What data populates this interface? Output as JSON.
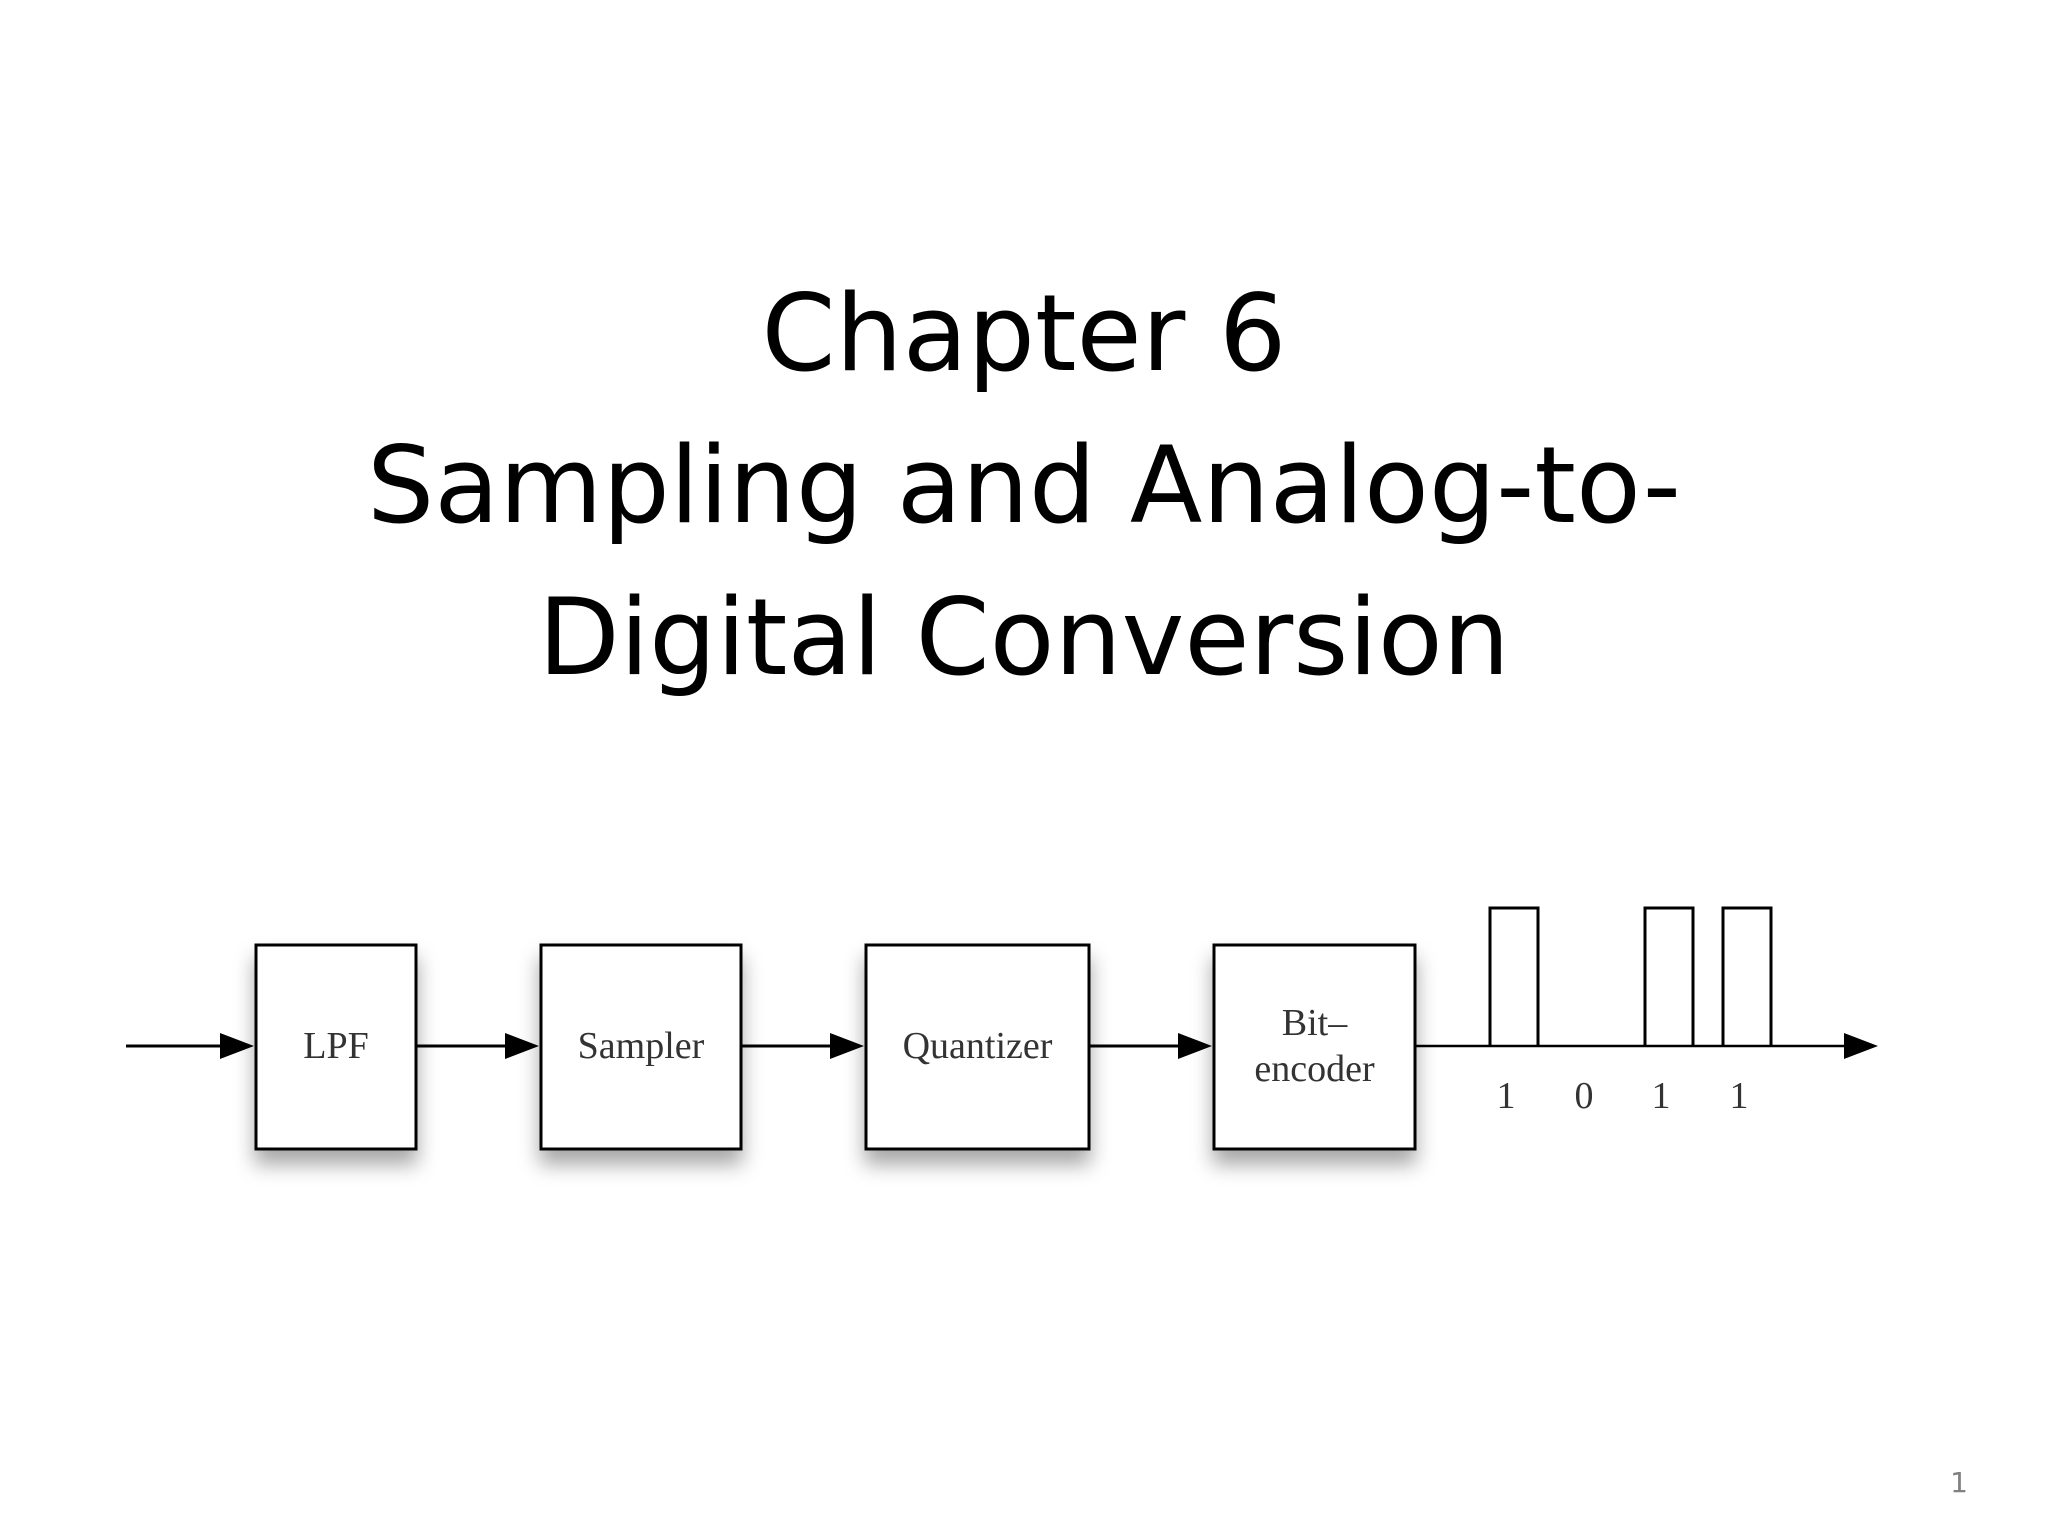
{
  "title": {
    "line1": "Chapter 6",
    "line2": "Sampling and Analog-to-",
    "line3": "Digital Conversion"
  },
  "diagram": {
    "blocks": [
      {
        "id": "lpf",
        "lines": [
          "LPF"
        ]
      },
      {
        "id": "sampler",
        "lines": [
          "Sampler"
        ]
      },
      {
        "id": "quantizer",
        "lines": [
          "Quantizer"
        ]
      },
      {
        "id": "bit-encoder",
        "lines": [
          "Bit–",
          "encoder"
        ]
      }
    ],
    "bits": [
      "1",
      "0",
      "1",
      "1"
    ]
  },
  "page_number": "1"
}
